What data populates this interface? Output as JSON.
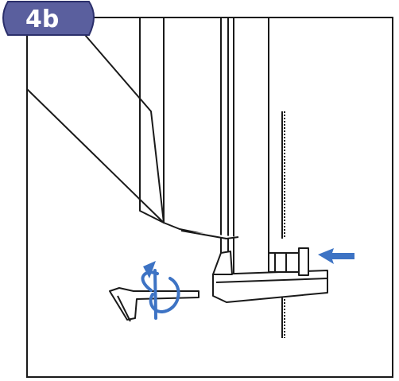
{
  "step_badge": {
    "label": "4b"
  },
  "colors": {
    "badge_fill": "#5a5f9e",
    "badge_outline": "#2b2f6b",
    "arrow_blue": "#3d73c4",
    "line": "#1a1a1a",
    "paper": "#ffffff"
  },
  "icons": [
    "step-badge",
    "cabinet-corner",
    "leveling-bracket",
    "threaded-rod",
    "hex-key-icon",
    "rotate-arrow-icon",
    "insert-arrow-icon"
  ]
}
